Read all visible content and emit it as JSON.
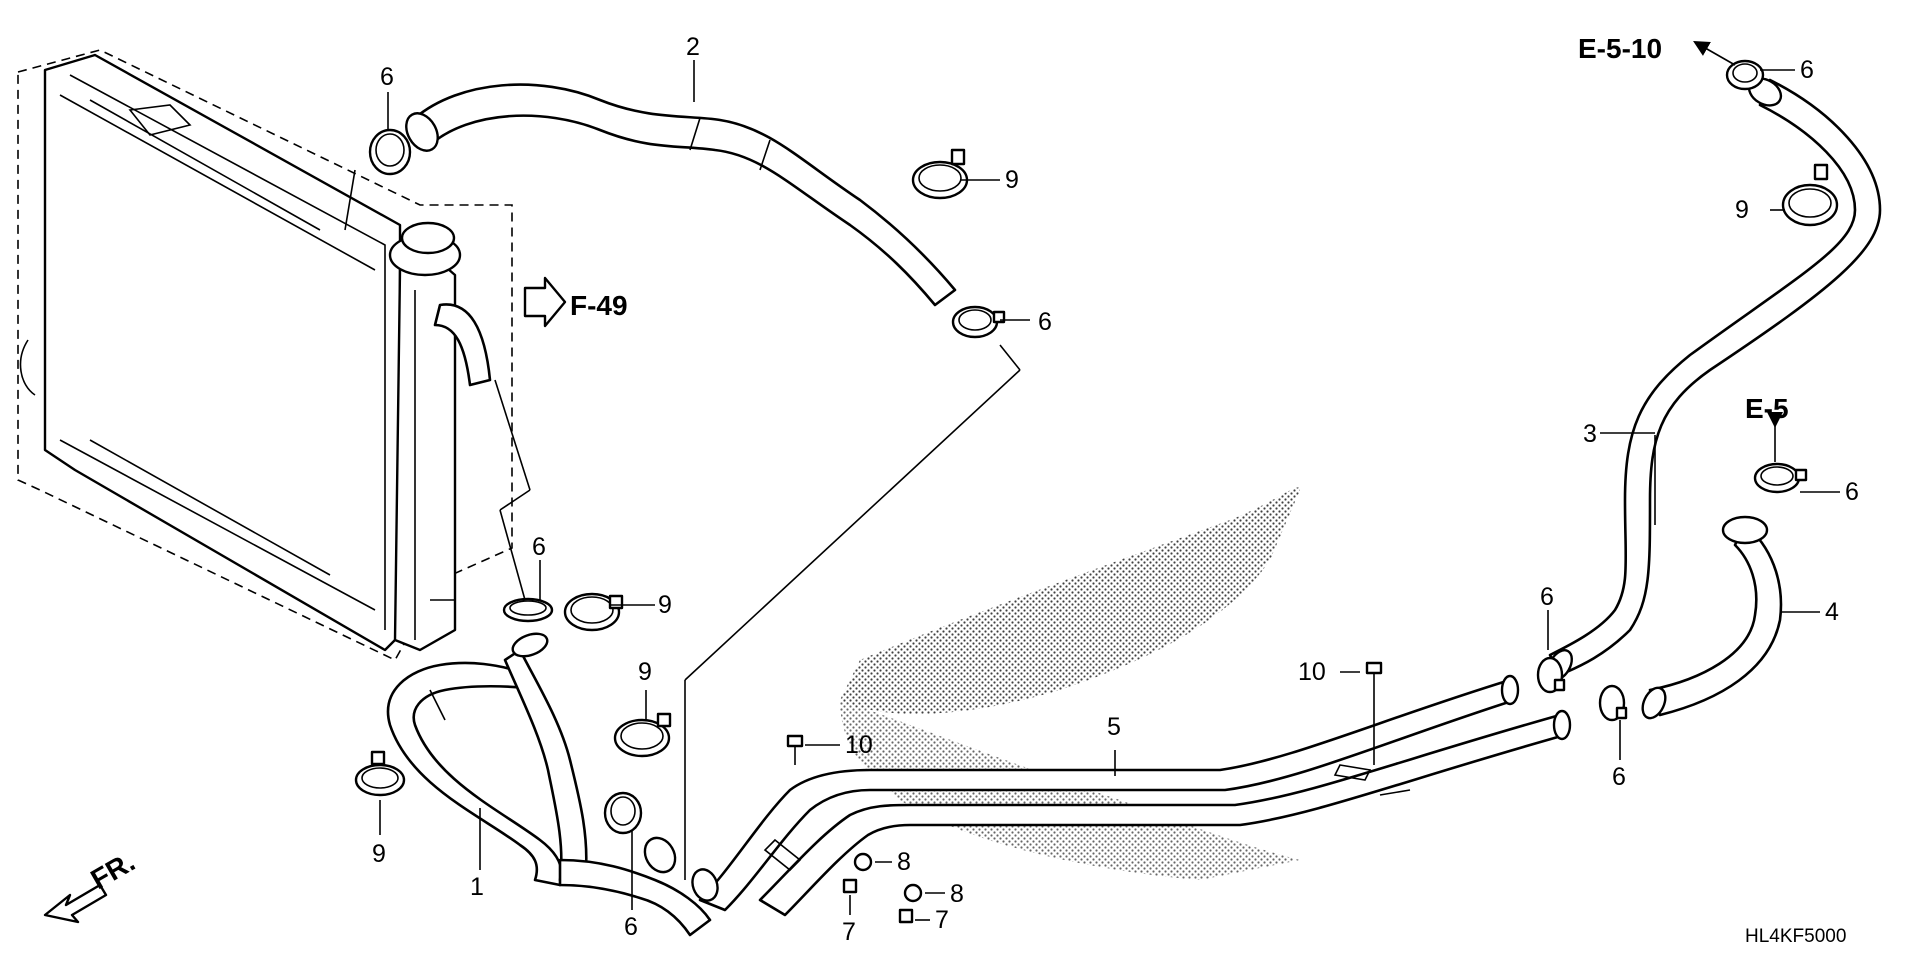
{
  "diagram": {
    "references": {
      "f49": "F-49",
      "e510": "E-5-10",
      "e5": "E-5",
      "front": "FR."
    },
    "part_code": "HL4KF5000",
    "callouts": [
      "1",
      "2",
      "3",
      "4",
      "5",
      "6",
      "7",
      "8",
      "9",
      "10"
    ]
  }
}
